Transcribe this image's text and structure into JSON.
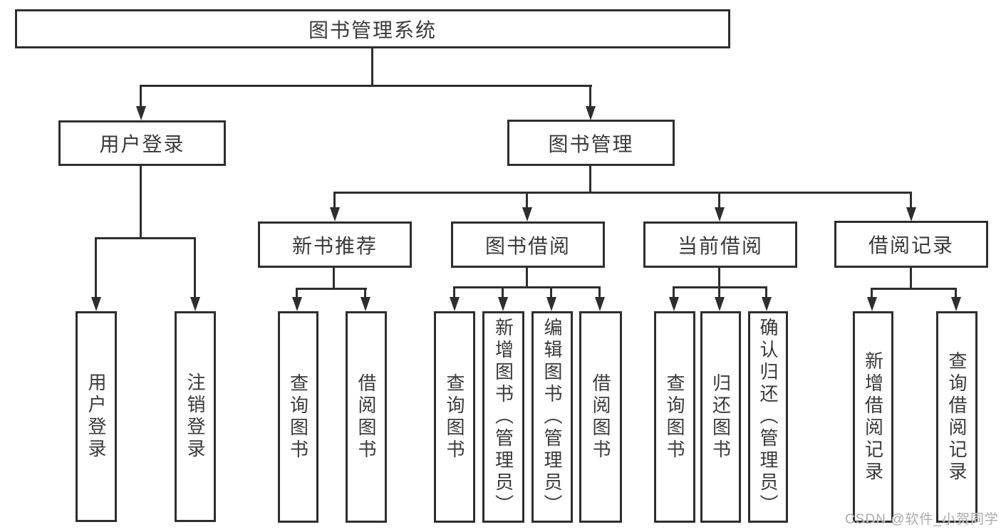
{
  "diagram": {
    "root": "图书管理系统",
    "level2": {
      "user": "用户登录",
      "books": "图书管理"
    },
    "level3": {
      "recommend": "新书推荐",
      "borrow": "图书借阅",
      "current": "当前借阅",
      "records": "借阅记录"
    },
    "leaves": {
      "user": [
        "用户登录",
        "注销登录"
      ],
      "recommend": [
        "查询图书",
        "借阅图书"
      ],
      "borrow": [
        "查询图书",
        "新增图书（管理员）",
        "编辑图书（管理员）",
        "借阅图书"
      ],
      "current": [
        "查询图书",
        "归还图书",
        "确认归还（管理员）"
      ],
      "records": [
        "新增借阅记录",
        "查询借阅记录"
      ]
    },
    "watermark": "CSDN @软件_小贺同学",
    "colors": {
      "line": "#2e2e2e",
      "text": "#3a3a3a",
      "background": "#ffffff",
      "watermark": "#a6a6a6"
    }
  }
}
